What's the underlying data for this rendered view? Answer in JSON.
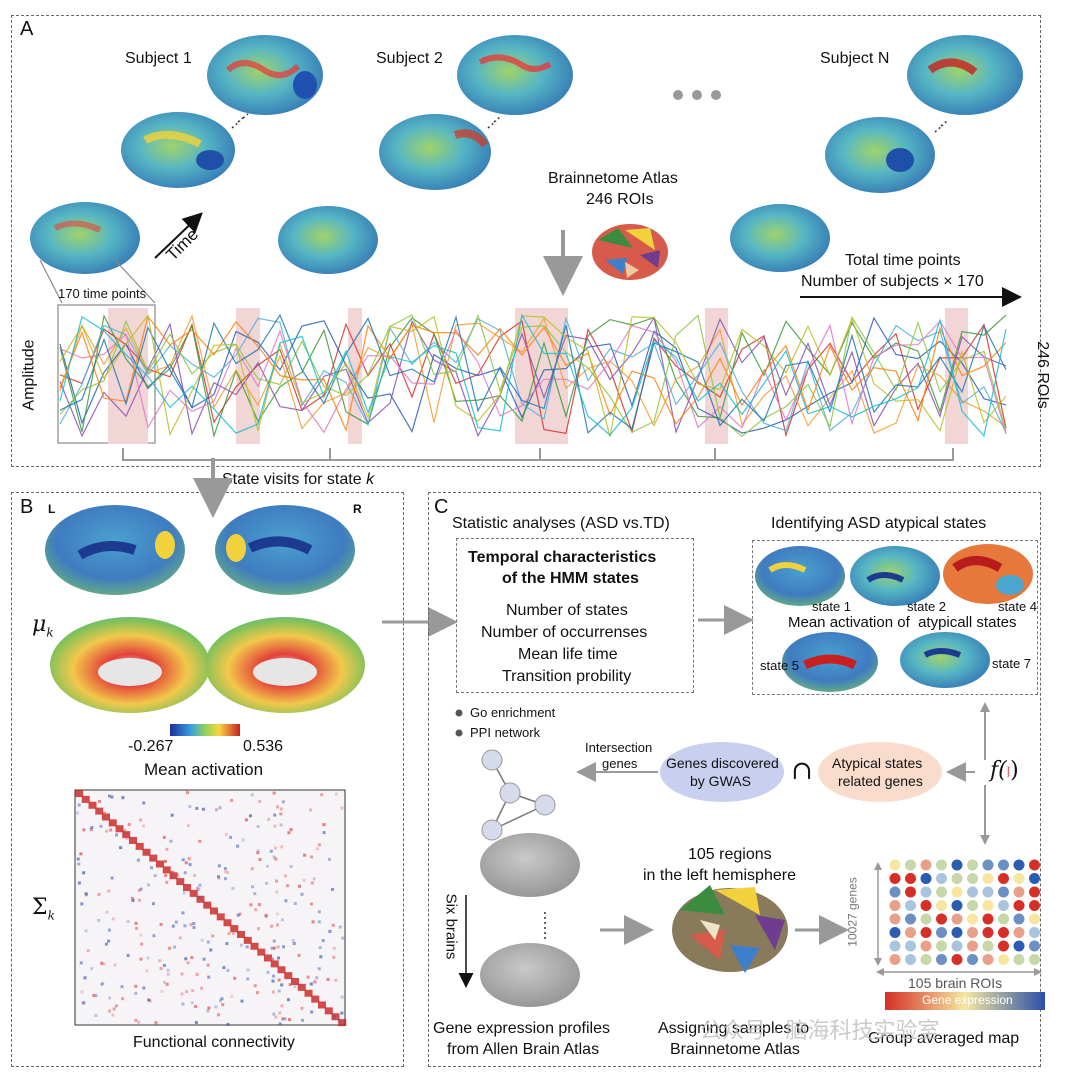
{
  "panelA": {
    "letter": "A",
    "subjects": [
      "Subject 1",
      "Subject 2",
      "Subject N"
    ],
    "time_label": "Time",
    "time_points_label": "170 time points",
    "atlas_line1": "Brainnetome Atlas",
    "atlas_line2": "246 ROIs",
    "total_line1": "Total time points",
    "total_line2": "Number of subjects × 170",
    "amplitude": "Amplitude",
    "rois": "246 ROIs",
    "state_visits": "State visits for state ",
    "state_k": "k"
  },
  "panelB": {
    "letter": "B",
    "left": "L",
    "right": "R",
    "mu": "μ",
    "sigma": "Σ",
    "sub_k": "k",
    "cbar_min": "-0.267",
    "cbar_max": "0.536",
    "mean_activation": "Mean activation",
    "functional_connectivity": "Functional connectivity"
  },
  "panelC": {
    "letter": "C",
    "stat_title": "Statistic analyses (ASD vs.TD)",
    "temporal_line1": "Temporal characteristics",
    "temporal_line2": "of the HMM states",
    "metrics": [
      "Number of states",
      "Number of occurrenses",
      "Mean life time",
      "Transition probility"
    ],
    "identify_title": "Identifying ASD atypical states",
    "states": [
      "state 1",
      "state 2",
      "state 4",
      "state 5",
      "state 7"
    ],
    "mean_act_atyp": "Mean activation of  atypicall states",
    "bullets": [
      "Go enrichment",
      "PPI network"
    ],
    "intersection_line1": "Intersection",
    "intersection_line2": "genes",
    "gwas_line1": "Genes discovered",
    "gwas_line2": "by GWAS",
    "cap": "∩",
    "atyp_line1": "Atypical states",
    "atyp_line2": "related genes",
    "f_label": "f(",
    "f_close": ")",
    "six_brains": "Six brains",
    "regions_line1": "105 regions",
    "regions_line2": "in the left hemisphere",
    "genes_axis": "10027 genes",
    "rois_axis": "105 brain ROIs",
    "gene_expression": "Gene expression",
    "gep_line1": "Gene expression profiles",
    "gep_line2": "from Allen Brain Atlas",
    "assign_line1": "Assigning samples to",
    "assign_line2": "Brainnetome Atlas",
    "group_map": "Group averaged map",
    "watermark": "公众号 · 脑海科技实验室"
  },
  "colors": {
    "red": "#d62f27",
    "blue": "#2a5db0",
    "green": "#8cc63f",
    "yellow": "#f6d743",
    "cyan": "#4fb0d8",
    "pink_band": "#f2d6d6",
    "gray_arrow": "#9a9a9a",
    "oval_blue": "#c9cfee",
    "oval_peach": "#f9dccb"
  }
}
